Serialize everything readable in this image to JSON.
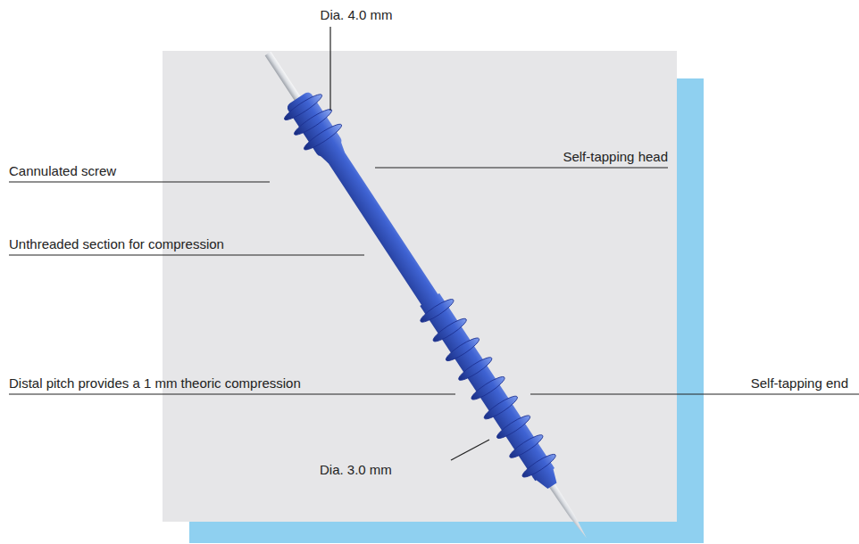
{
  "diagram": {
    "labels": [
      "Dia. 4.0 mm",
      "Cannulated screw",
      "Self-tapping head",
      "Unthreaded section for compression",
      "Distal pitch provides a 1 mm theoric compression",
      "Self-tapping end",
      "Dia. 3.0 mm"
    ]
  }
}
